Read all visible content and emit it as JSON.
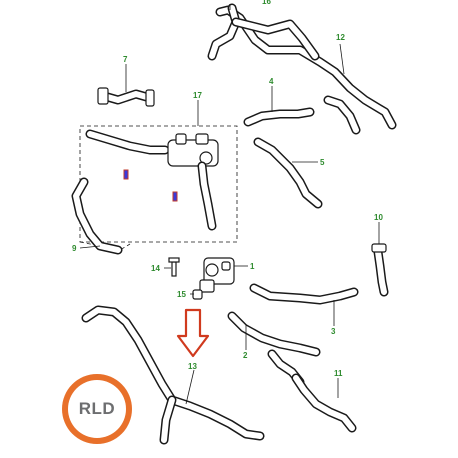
{
  "colors": {
    "callout_text": "#2e8b2e",
    "leader_line": "#1a1a1a",
    "arrow_outline": "#d03a1e",
    "sensor_marker": "#c0392b",
    "sensor_marker_alt": "#3a3adb",
    "logo_orange": "#e8702a",
    "logo_text": "#6d6e70"
  },
  "callouts": [
    {
      "key": "p16",
      "text": "16"
    },
    {
      "key": "p12",
      "text": "12"
    },
    {
      "key": "p7",
      "text": "7"
    },
    {
      "key": "p17",
      "text": "17"
    },
    {
      "key": "p4",
      "text": "4"
    },
    {
      "key": "p5",
      "text": "5"
    },
    {
      "key": "p9",
      "text": "9"
    },
    {
      "key": "p10",
      "text": "10"
    },
    {
      "key": "p14",
      "text": "14"
    },
    {
      "key": "p1",
      "text": "1"
    },
    {
      "key": "p15",
      "text": "15"
    },
    {
      "key": "p3",
      "text": "3"
    },
    {
      "key": "p2",
      "text": "2"
    },
    {
      "key": "p13",
      "text": "13"
    },
    {
      "key": "p11",
      "text": "11"
    }
  ],
  "indicator_arrow": {
    "icon": "down-arrow-icon",
    "points_to": "13"
  },
  "logo": {
    "text": "RLD"
  }
}
